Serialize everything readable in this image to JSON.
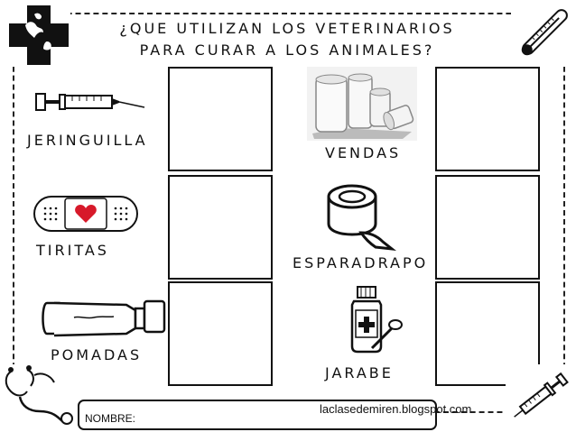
{
  "title": {
    "line1": "¿QUE UTILIZAN LOS VETERINARIOS",
    "line2": "PARA CURAR A LOS ANIMALES?"
  },
  "items": [
    {
      "label": "JERINGUILLA",
      "icon": "syringe-icon"
    },
    {
      "label": "VENDAS",
      "icon": "bandage-rolls-icon"
    },
    {
      "label": "TIRITAS",
      "icon": "adhesive-bandage-icon"
    },
    {
      "label": "ESPARADRAPO",
      "icon": "tape-roll-icon"
    },
    {
      "label": "POMADAS",
      "icon": "ointment-tube-icon"
    },
    {
      "label": "JARABE",
      "icon": "syrup-bottle-icon"
    }
  ],
  "footer": {
    "name_label": "NOMBRE:",
    "website": "laclasedemiren.blogspot.com"
  },
  "decorations": [
    "vet-cross-logo-icon",
    "thermometer-icon",
    "stethoscope-icon",
    "syringe-icon"
  ],
  "colors": {
    "heart": "#d7192a",
    "ink": "#111111"
  }
}
